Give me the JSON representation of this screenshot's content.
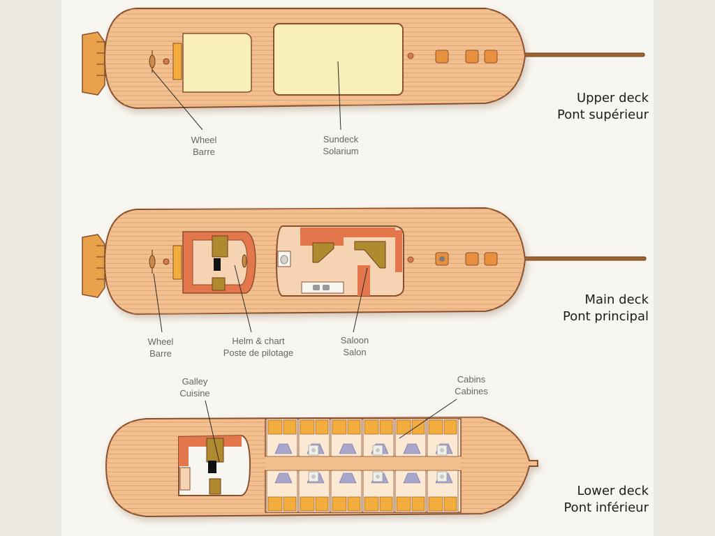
{
  "decks": [
    {
      "id": "upper",
      "title_en": "Upper deck",
      "title_fr": "Pont supérieur",
      "labels": [
        {
          "id": "wheel-upper",
          "en": "Wheel",
          "fr": "Barre"
        },
        {
          "id": "sundeck",
          "en": "Sundeck",
          "fr": "Solarium"
        }
      ]
    },
    {
      "id": "main",
      "title_en": "Main deck",
      "title_fr": "Pont principal",
      "labels": [
        {
          "id": "wheel-main",
          "en": "Wheel",
          "fr": "Barre"
        },
        {
          "id": "helm",
          "en": "Helm & chart",
          "fr": "Poste de pilotage"
        },
        {
          "id": "saloon",
          "en": "Saloon",
          "fr": "Salon"
        }
      ]
    },
    {
      "id": "lower",
      "title_en": "Lower deck",
      "title_fr": "Pont inférieur",
      "labels": [
        {
          "id": "galley",
          "en": "Galley",
          "fr": "Cuisine"
        },
        {
          "id": "cabins",
          "en": "Cabins",
          "fr": "Cabines"
        }
      ]
    }
  ],
  "colors": {
    "hull": "#f2bf8f",
    "hull_outline": "#8a4f2c",
    "plank_line": "#d9996a",
    "sundeck_fill": "#f7eeb8",
    "cabin_red": "#e4764b",
    "cabin_floor": "#f6d3b3",
    "cabin_olive": "#b08a2e",
    "bed_yellow": "#f2ad3c",
    "bath_blue": "#a9a6cc",
    "background": "#f8f6f0"
  }
}
